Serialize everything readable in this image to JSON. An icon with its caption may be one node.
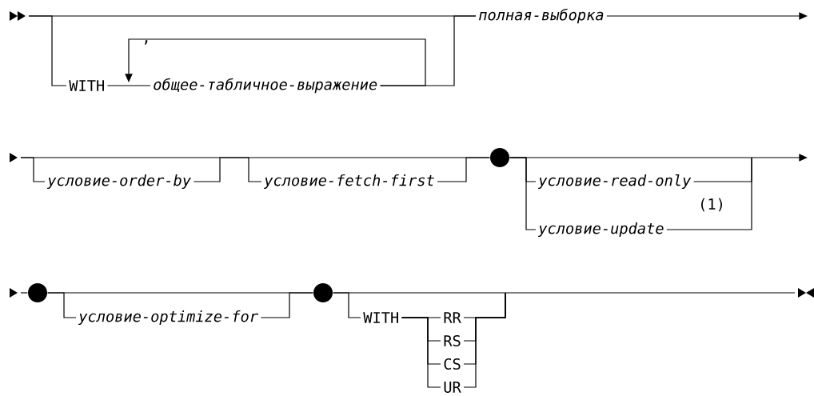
{
  "diagram": {
    "nodes": [
      {
        "text": [
          "WITH"
        ]
      },
      {
        "text": [
          "общее-табличное-выражение"
        ]
      },
      {
        "text": [
          "полная-выборка"
        ]
      },
      {
        "text": [
          "условие-order-by"
        ]
      },
      {
        "text": [
          "условие-fetch-first"
        ]
      },
      {
        "text": [],
        "shape": "circle"
      },
      {
        "text": [
          "условие-read-only"
        ]
      },
      {
        "text": [
          "условие-update"
        ]
      },
      {
        "text": [],
        "shape": "circle"
      },
      {
        "text": [
          "условие-optimize-for"
        ]
      },
      {
        "text": [],
        "shape": "circle"
      },
      {
        "text": [
          "WITH"
        ]
      },
      {
        "text": [
          "RR"
        ]
      },
      {
        "text": [
          "RS"
        ]
      },
      {
        "text": [
          "CS"
        ]
      },
      {
        "text": [
          "UR"
        ]
      }
    ],
    "edges": [
      {
        "from": 0,
        "to": 1,
        "arrow": "none"
      },
      {
        "from": 1,
        "to": 1,
        "arrow": "to",
        "label": ","
      },
      {
        "from": null,
        "to": 2,
        "arrow": "none"
      },
      {
        "from": null,
        "to": 0,
        "arrow": "none"
      },
      {
        "from": 1,
        "to": 2,
        "arrow": "none"
      },
      {
        "from": 2,
        "to": null,
        "arrow": "to"
      },
      {
        "from": null,
        "to": 3,
        "arrow": "none"
      },
      {
        "from": 3,
        "to": 4,
        "arrow": "none"
      },
      {
        "from": 4,
        "to": 5,
        "arrow": "none"
      },
      {
        "from": null,
        "to": 5,
        "arrow": "none"
      },
      {
        "from": 5,
        "to": 6,
        "arrow": "none"
      },
      {
        "from": 5,
        "to": 7,
        "arrow": "none"
      },
      {
        "from": 6,
        "to": null,
        "arrow": "none"
      },
      {
        "from": 7,
        "to": null,
        "arrow": "none"
      },
      {
        "from": 5,
        "to": null,
        "arrow": "to"
      },
      {
        "from": null,
        "to": 8,
        "arrow": "none"
      },
      {
        "from": 8,
        "to": 9,
        "arrow": "none"
      },
      {
        "from": 9,
        "to": 10,
        "arrow": "none"
      },
      {
        "from": 8,
        "to": 10,
        "arrow": "none"
      },
      {
        "from": 10,
        "to": 11,
        "arrow": "none"
      },
      {
        "from": 11,
        "to": 12,
        "arrow": "none"
      },
      {
        "from": 11,
        "to": 13,
        "arrow": "none"
      },
      {
        "from": 11,
        "to": 14,
        "arrow": "none"
      },
      {
        "from": 11,
        "to": 15,
        "arrow": "none"
      },
      {
        "from": 12,
        "to": null,
        "arrow": "none"
      },
      {
        "from": 13,
        "to": null,
        "arrow": "none"
      },
      {
        "from": 14,
        "to": null,
        "arrow": "none"
      },
      {
        "from": 15,
        "to": null,
        "arrow": "none"
      },
      {
        "from": 10,
        "to": null,
        "arrow": "none"
      }
    ],
    "labels": [
      "(1)"
    ]
  }
}
